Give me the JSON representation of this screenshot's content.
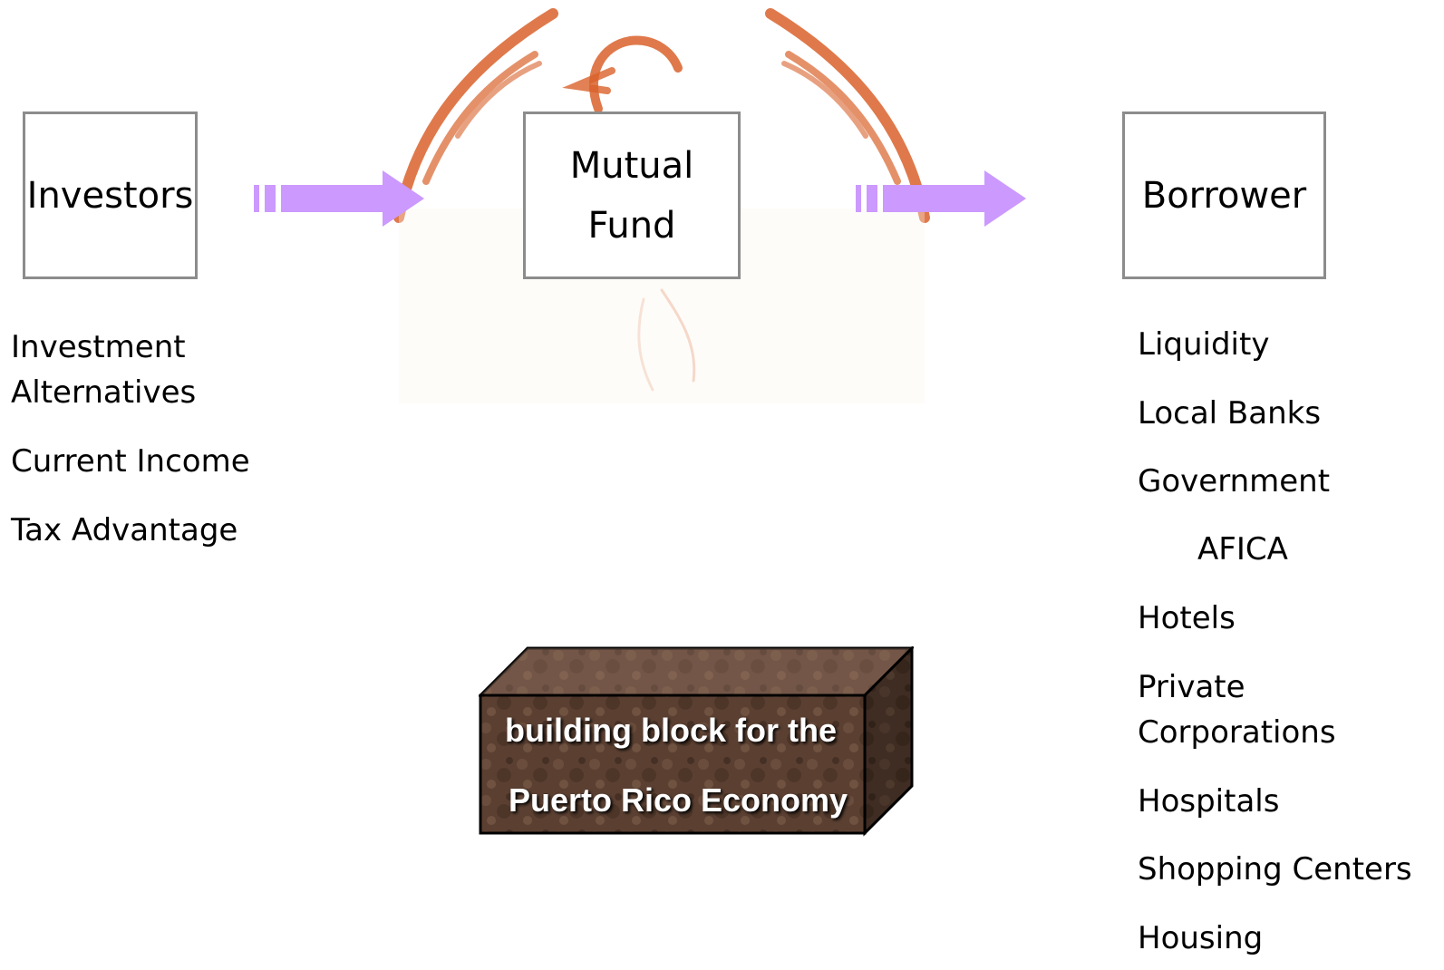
{
  "nodes": {
    "investors": "Investors",
    "fund_line1": "Mutual",
    "fund_line2": "Fund",
    "borrower": "Borrower"
  },
  "investor_benefits": {
    "item1_line1": "Investment",
    "item1_line2": "Alternatives",
    "item2": "Current Income",
    "item3": "Tax Advantage"
  },
  "borrowers": {
    "liquidity": "Liquidity",
    "local_banks": "Local Banks",
    "government": "Government",
    "afica": "AFICA",
    "hotels": "Hotels",
    "private_line1": "Private",
    "private_line2": "Corporations",
    "hospitals": "Hospitals",
    "shopping": "Shopping Centers",
    "housing": "Housing"
  },
  "block": {
    "line1": "building block for the",
    "line2": "Puerto Rico Economy"
  },
  "colors": {
    "arrow": "#cc99ff",
    "eagle": "#d9622b",
    "box_border": "#8c8c8c",
    "brick": "#5b4032"
  }
}
